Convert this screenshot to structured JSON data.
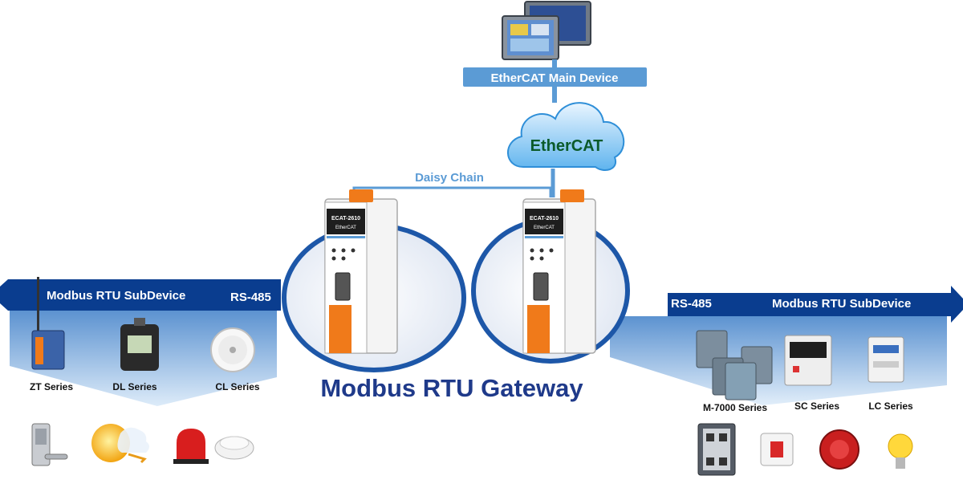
{
  "main_device": {
    "label": "EtherCAT Main Device"
  },
  "network": {
    "cloud_label": "EtherCAT",
    "daisy_chain_label": "Daisy Chain"
  },
  "gateway": {
    "title": "Modbus RTU Gateway",
    "module_model": "ECAT-2610",
    "module_brand": "EtherCAT"
  },
  "left_bus": {
    "subdevice_label": "Modbus RTU SubDevice",
    "protocol_label": "RS-485",
    "series": [
      "ZT Series",
      "DL Series",
      "CL Series"
    ],
    "field_icons": [
      "keypad-lock-icon",
      "sun-icon",
      "alarm-light-icon",
      "smoke-detector-icon"
    ]
  },
  "right_bus": {
    "subdevice_label": "Modbus RTU SubDevice",
    "protocol_label": "RS-485",
    "series": [
      "M-7000 Series",
      "SC Series",
      "LC Series"
    ],
    "field_icons": [
      "switch-panel-icon",
      "wall-switch-icon",
      "emergency-button-icon",
      "light-bulb-icon"
    ]
  },
  "colors": {
    "bus_blue": "#0a3d8f",
    "link_blue": "#5b9bd5",
    "title_navy": "#1f3a8a",
    "cloud_text": "#0b5a2a",
    "terminal_orange": "#f07a1a"
  }
}
